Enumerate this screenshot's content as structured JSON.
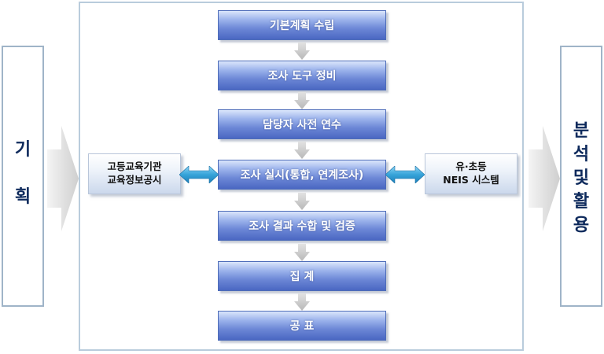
{
  "left_panel": {
    "chars": [
      "기",
      "획"
    ]
  },
  "right_panel": {
    "chars": [
      "분",
      "석",
      "및",
      "활",
      "용"
    ]
  },
  "steps": [
    {
      "label": "기본계획 수립"
    },
    {
      "label": "조사 도구 정비"
    },
    {
      "label": "담당자 사전 연수"
    },
    {
      "label": "조사 실시(통합, 연계조사)"
    },
    {
      "label": "조사 결과 수합 및 검증"
    },
    {
      "label": "집 계"
    },
    {
      "label": "공 표"
    }
  ],
  "left_box": {
    "line1": "고등교육기관",
    "line2": "교육정보공시"
  },
  "right_box": {
    "line1": "유·초등",
    "line2": "NEIS 시스템"
  },
  "colors": {
    "step_gradient": [
      "#dbe6fb",
      "#9db4ec",
      "#6c87d6",
      "#4a67c2"
    ],
    "link_arrow": "#36a3d9",
    "flow_arrow": "#c4c4c4",
    "side_text": "#0e2a5c",
    "frame_border": "#b9ccdc"
  }
}
